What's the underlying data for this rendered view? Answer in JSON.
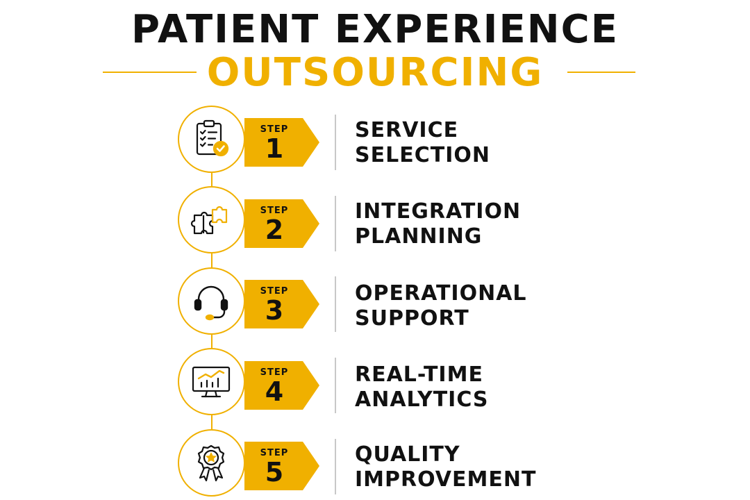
{
  "colors": {
    "accent": "#f0b000",
    "text": "#111111"
  },
  "header": {
    "title_line1": "PATIENT EXPERIENCE",
    "title_line2": "OUTSOURCING"
  },
  "steps": [
    {
      "step_word": "STEP",
      "number": "1",
      "line1": "SERVICE",
      "line2": "SELECTION",
      "icon": "clipboard-check-icon"
    },
    {
      "step_word": "STEP",
      "number": "2",
      "line1": "INTEGRATION",
      "line2": "PLANNING",
      "icon": "puzzle-icon"
    },
    {
      "step_word": "STEP",
      "number": "3",
      "line1": "OPERATIONAL",
      "line2": "SUPPORT",
      "icon": "headset-icon"
    },
    {
      "step_word": "STEP",
      "number": "4",
      "line1": "REAL-TIME",
      "line2": "ANALYTICS",
      "icon": "analytics-monitor-icon"
    },
    {
      "step_word": "STEP",
      "number": "5",
      "line1": "QUALITY",
      "line2": "IMPROVEMENT",
      "icon": "award-ribbon-icon"
    }
  ]
}
